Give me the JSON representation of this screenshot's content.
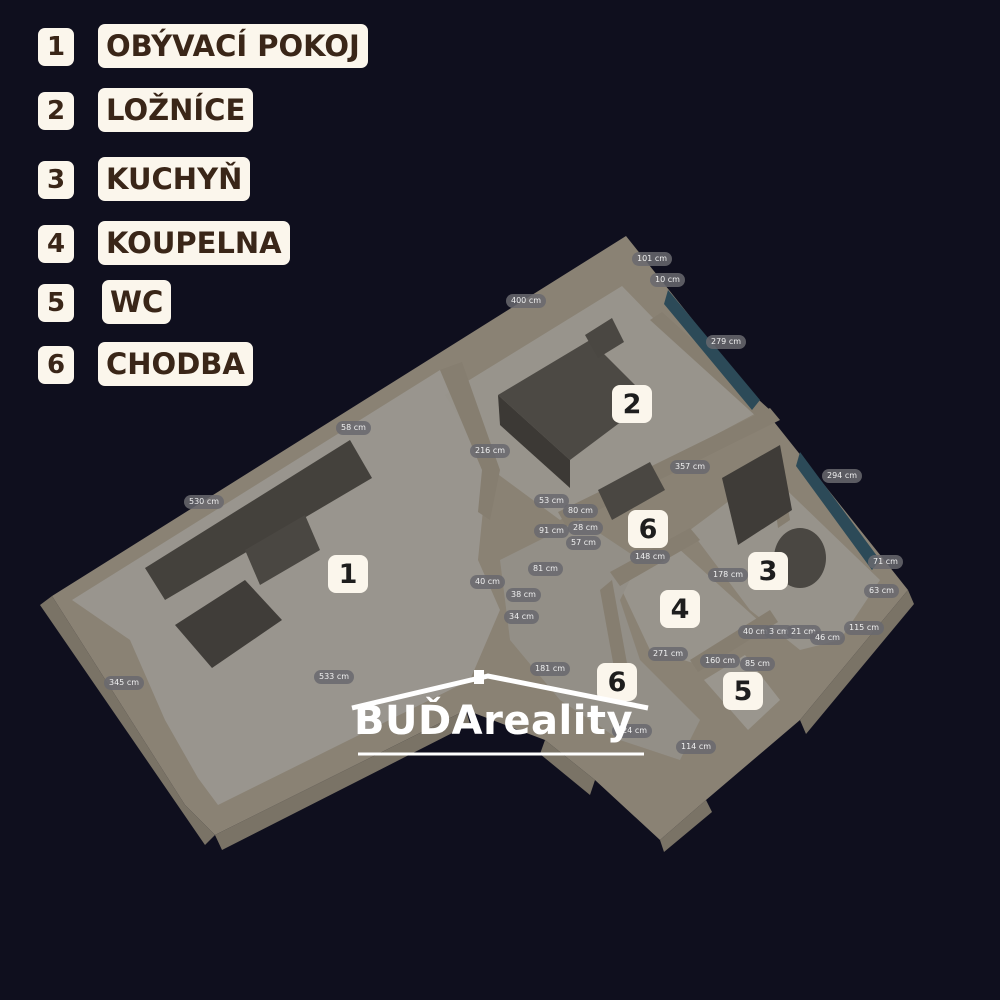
{
  "legend": [
    {
      "num": "1",
      "name": "OBÝVACÍ POKOJ"
    },
    {
      "num": "2",
      "name": "LOŽNÍCE"
    },
    {
      "num": "3",
      "name": "KUCHYŇ"
    },
    {
      "num": "4",
      "name": "KOUPELNA"
    },
    {
      "num": "5",
      "name": "WC"
    },
    {
      "num": "6",
      "name": "CHODBA"
    }
  ],
  "rooms": [
    "1",
    "2",
    "3",
    "4",
    "5",
    "6",
    "6"
  ],
  "dimensions": [
    "101 cm",
    "10 cm",
    "400 cm",
    "279 cm",
    "58 cm",
    "216 cm",
    "357 cm",
    "294 cm",
    "530 cm",
    "53 cm",
    "80 cm",
    "28 cm",
    "91 cm",
    "57 cm",
    "148 cm",
    "81 cm",
    "178 cm",
    "40 cm",
    "38 cm",
    "34 cm",
    "71 cm",
    "63 cm",
    "40 cm",
    "3 cm",
    "21 cm",
    "46 cm",
    "115 cm",
    "271 cm",
    "181 cm",
    "160 cm",
    "85 cm",
    "345 cm",
    "533 cm",
    "114 cm",
    "124 cm"
  ],
  "watermark": "BUĎAreality"
}
